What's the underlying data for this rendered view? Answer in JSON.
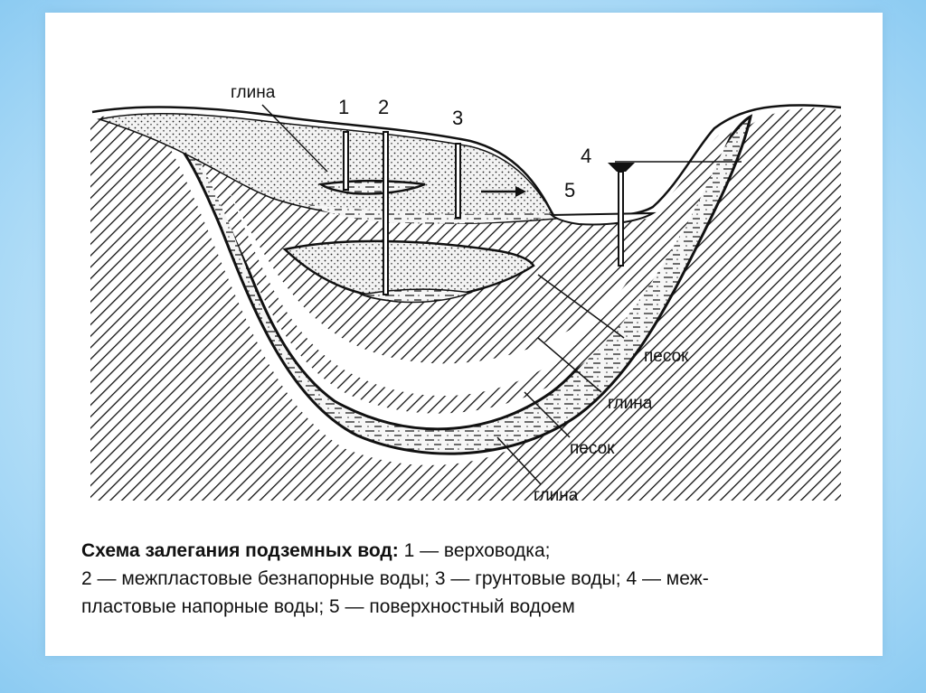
{
  "labels": {
    "clay_top": "глина",
    "well1": "1",
    "well2": "2",
    "well3": "3",
    "well4": "4",
    "pond5": "5",
    "sand1": "песок",
    "clay1": "глина",
    "sand2": "песок",
    "clay2": "глина"
  },
  "caption": {
    "title": "Схема залегания подземных вод:",
    "line1_rest": " 1 — верховодка;",
    "line2": "2 — межпластовые безнапорные воды; 3 — грунтовые воды; 4 — меж-",
    "line3": "пластовые напорные воды; 5 — поверхностный водоем"
  },
  "colors": {
    "background": "#9dd3f5",
    "card": "#ffffff",
    "ink": "#111111"
  }
}
